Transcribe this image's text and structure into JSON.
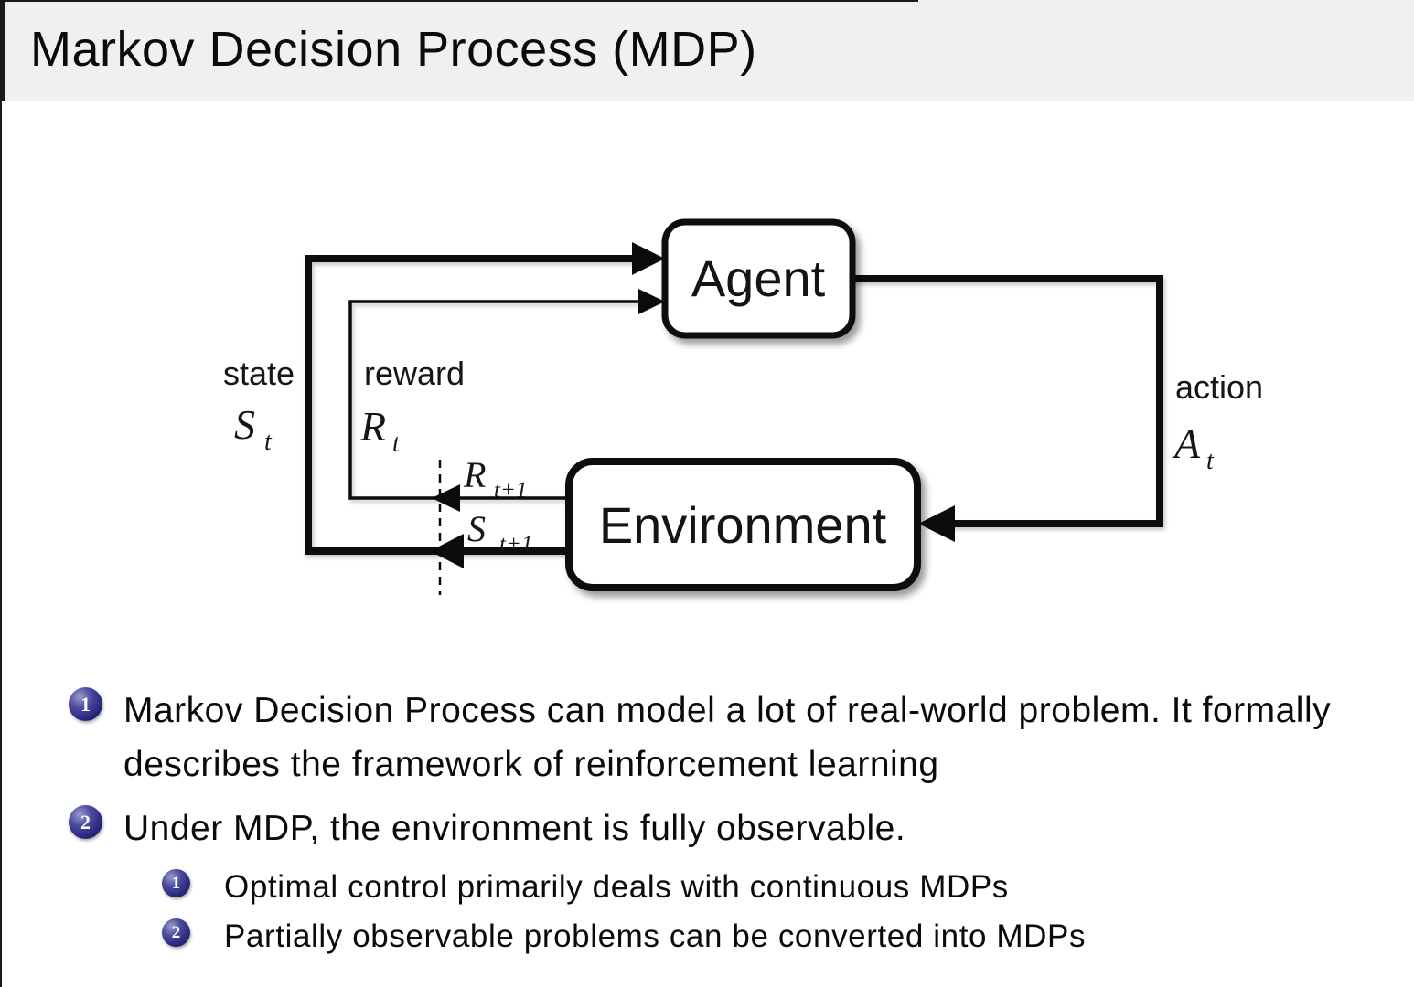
{
  "title": "Markov Decision Process (MDP)",
  "diagram": {
    "agent": "Agent",
    "environment": "Environment",
    "state": {
      "label": "state",
      "symbol": "S",
      "sub": "t"
    },
    "reward": {
      "label": "reward",
      "symbol": "R",
      "sub": "t"
    },
    "action": {
      "label": "action",
      "symbol": "A",
      "sub": "t"
    },
    "next_reward": {
      "symbol": "R",
      "sub": "t+1"
    },
    "next_state": {
      "symbol": "S",
      "sub": "t+1"
    }
  },
  "bullets": {
    "item1": {
      "number": "1",
      "text": "Markov Decision Process can model a lot of real-world problem. It formally describes the framework of reinforcement learning"
    },
    "item2": {
      "number": "2",
      "text": "Under MDP, the environment is fully observable."
    },
    "item2_sub1": {
      "number": "1",
      "text": "Optimal control primarily deals with continuous MDPs"
    },
    "item2_sub2": {
      "number": "2",
      "text": "Partially observable problems can be converted into MDPs"
    }
  },
  "colors": {
    "title_bg": "#f0f0f1",
    "ball": "#26267a",
    "ink": "#0b0b0b"
  }
}
